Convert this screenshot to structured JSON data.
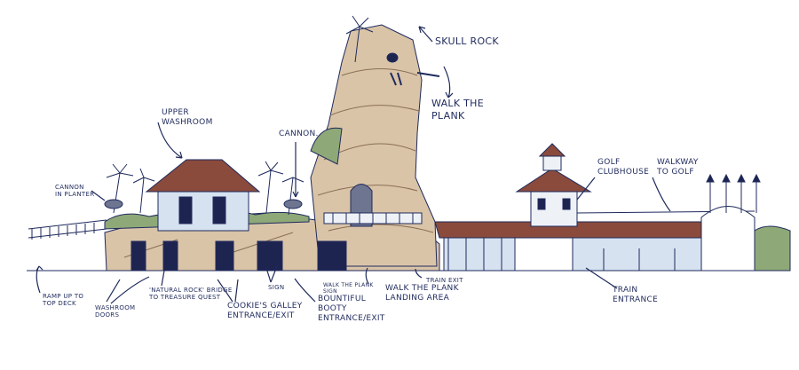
{
  "colors": {
    "ink": "#1f2a5c",
    "rock": "#d9c4a8",
    "roof": "#8a4b3c",
    "wall": "#d6e2f0",
    "foliage": "#8fa878",
    "door": "#1e2450"
  },
  "labels": {
    "skull_rock": "Skull Rock",
    "walk_the_plank": "Walk the\nPlank",
    "upper_washroom": "Upper\nWashroom",
    "cannon": "Cannon.",
    "cannon_in_planter": "Cannon\nin Planter",
    "golf_clubhouse": "Golf\nClubhouse",
    "walkway_to_golf": "Walkway\nto Golf",
    "ramp": "Ramp up to\nTop Deck",
    "washroom_doors": "Washroom\nDoors",
    "natural_rock_bridge": "'Natural Rock' Bridge\nto Treasure Quest",
    "cookies_galley": "Cookie's Galley\nEntrance/Exit",
    "sign": "Sign",
    "walk_the_plank_sign": "Walk the Plank\nSign",
    "bountiful_booty": "Bountiful\nBooty\nEntrance/Exit",
    "landing_area": "Walk the Plank\nLanding Area",
    "train_exit": "Train Exit",
    "train_entrance": "Train\nEntrance"
  }
}
